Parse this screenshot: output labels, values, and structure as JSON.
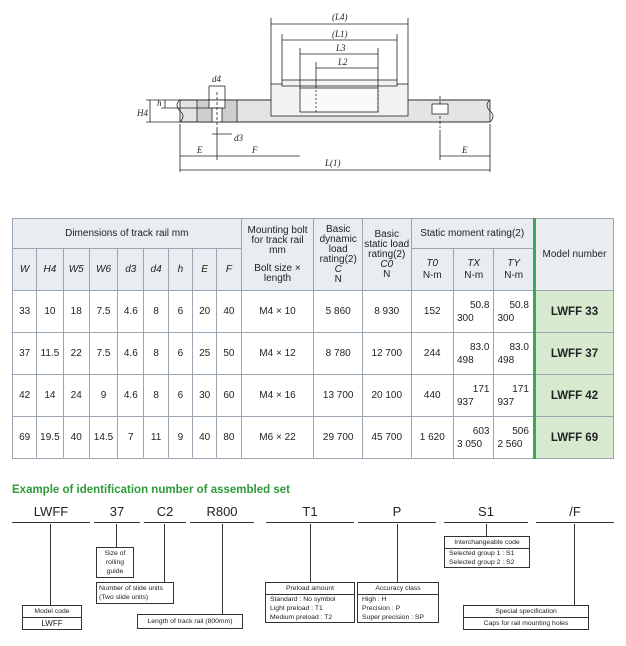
{
  "drawing": {
    "labels": {
      "L4": "(L4)",
      "L1": "(L1)",
      "L3": "L3",
      "L2": "L2",
      "d4": "d4",
      "d3": "d3",
      "h": "h",
      "H4": "H4",
      "E_left": "E",
      "F": "F",
      "L": "L(1)",
      "E_right": "E"
    }
  },
  "table": {
    "header": {
      "dims_title": "Dimensions of track rail   mm",
      "mounting": "Mounting bolt for track rail",
      "mounting_unit": "mm",
      "mounting_sub": "Bolt size × length",
      "dynamic": "Basic dynamic load rating(2)",
      "dynamic_sym": "C",
      "dynamic_unit": "N",
      "static": "Basic static load rating(2)",
      "static_sym": "C0",
      "static_unit": "N",
      "moment": "Static moment rating(2)",
      "t0": "T0",
      "t0_unit": "N-m",
      "tx": "TX",
      "tx_unit": "N-m",
      "ty": "TY",
      "ty_unit": "N-m",
      "model": "Model number",
      "cols": [
        "W",
        "H4",
        "W5",
        "W6",
        "d3",
        "d4",
        "h",
        "E",
        "F"
      ]
    },
    "rows": [
      {
        "W": "33",
        "H4": "10",
        "W5": "18",
        "W6": "7.5",
        "d3": "4.6",
        "d4": "8",
        "h": "6",
        "E": "20",
        "F": "40",
        "bolt": "M4 × 10",
        "C": "5 860",
        "C0": "8 930",
        "T0": "152",
        "TX1": "50.8",
        "TX2": "300",
        "TY1": "50.8",
        "TY2": "300",
        "model": "LWFF  33"
      },
      {
        "W": "37",
        "H4": "11.5",
        "W5": "22",
        "W6": "7.5",
        "d3": "4.6",
        "d4": "8",
        "h": "6",
        "E": "25",
        "F": "50",
        "bolt": "M4 × 12",
        "C": "8 780",
        "C0": "12 700",
        "T0": "244",
        "TX1": "83.0",
        "TX2": "498",
        "TY1": "83.0",
        "TY2": "498",
        "model": "LWFF  37"
      },
      {
        "W": "42",
        "H4": "14",
        "W5": "24",
        "W6": "9",
        "d3": "4.6",
        "d4": "8",
        "h": "6",
        "E": "30",
        "F": "60",
        "bolt": "M4 × 16",
        "C": "13 700",
        "C0": "20 100",
        "T0": "440",
        "TX1": "171",
        "TX2": "937",
        "TY1": "171",
        "TY2": "937",
        "model": "LWFF  42"
      },
      {
        "W": "69",
        "H4": "19.5",
        "W5": "40",
        "W6": "14.5",
        "d3": "7",
        "d4": "11",
        "h": "9",
        "E": "40",
        "F": "80",
        "bolt": "M6 × 22",
        "C": "29 700",
        "C0": "45 700",
        "T0": "1 620",
        "TX1": "603",
        "TX2": "3 050",
        "TY1": "506",
        "TY2": "2 560",
        "model": "LWFF  69"
      }
    ]
  },
  "ident": {
    "title": "Example of identification number of assembled set",
    "codes": [
      "LWFF",
      "37",
      "C2",
      "R800",
      "T1",
      "P",
      "S1",
      "/F"
    ],
    "size": "Size of rolling guide",
    "slide_units": [
      "Number of slide units",
      "(Two slide units)"
    ],
    "model_code": {
      "head": "Model code",
      "value": "LWFF"
    },
    "rail_length": "Length of track rail (800mm)",
    "preload": {
      "head": "Preload amount",
      "rows": [
        "Standard : No symbol",
        "Light preload : T1",
        "Medium preload : T2"
      ]
    },
    "accuracy": {
      "head": "Accuracy class",
      "rows": [
        "High : H",
        "Precision : P",
        "Super precision : SP"
      ]
    },
    "interchange": {
      "head": "Interchangeable code",
      "rows": [
        "Selected group 1 : S1",
        "Selected group 2 : S2"
      ]
    },
    "special": {
      "head": "Special specification",
      "value": "Caps for rail mounting holes"
    }
  },
  "colors": {
    "accent": "#2e9a3a",
    "model_bg": "#d7ead0",
    "header_bg": "#e9edf1"
  }
}
